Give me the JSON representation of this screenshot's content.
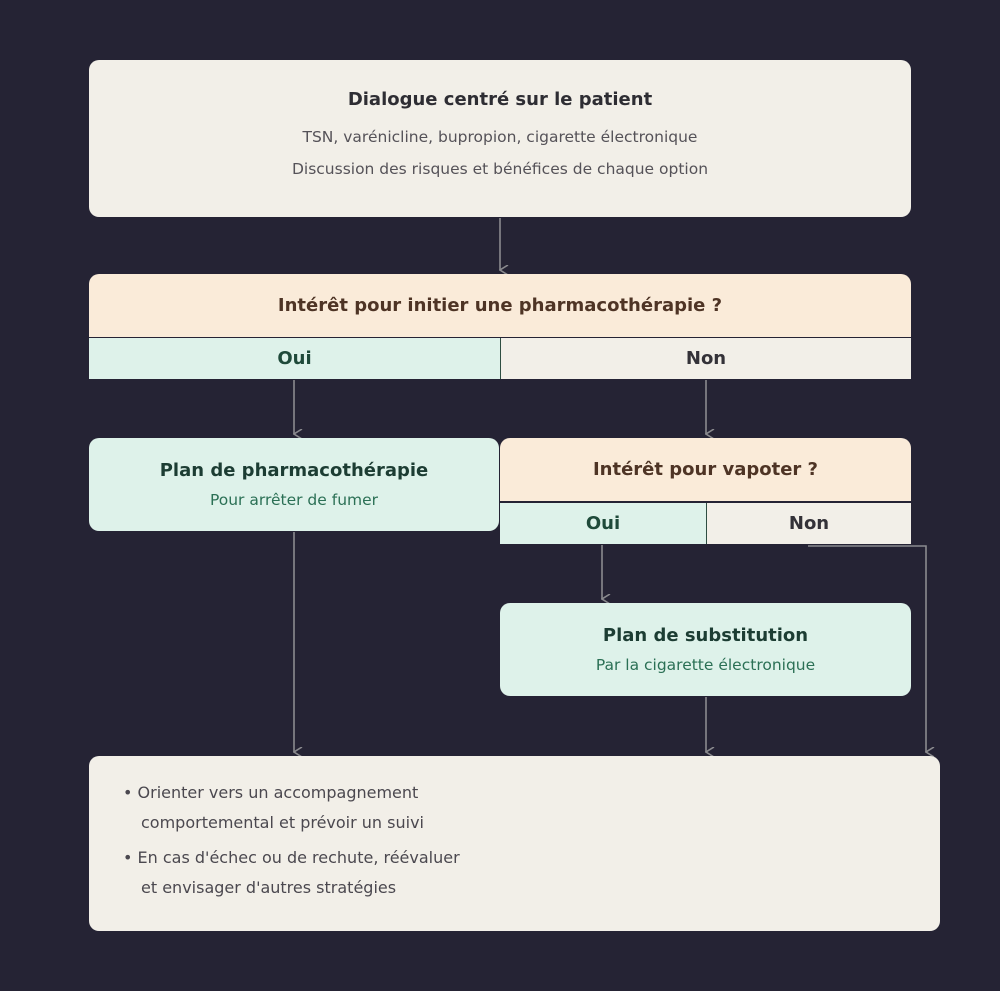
{
  "colors": {
    "background": "#252334",
    "neutral_box": "#f2efe8",
    "question_box": "#faebd9",
    "yes_box": "#def2ea",
    "arrow": "#8a8a8e"
  },
  "top": {
    "title": "Dialogue centré sur le patient",
    "line1": "TSN, varénicline, bupropion, cigarette électronique",
    "line2": "Discussion des risques et bénéfices de chaque option"
  },
  "question1": {
    "text": "Intérêt pour initier une pharmacothérapie ?",
    "yes": "Oui",
    "no": "Non"
  },
  "plan_pharma": {
    "title": "Plan de pharmacothérapie",
    "subtitle": "Pour arrêter de fumer"
  },
  "question2": {
    "text": "Intérêt pour vapoter ?",
    "yes": "Oui",
    "no": "Non"
  },
  "plan_subst": {
    "title": "Plan de substitution",
    "subtitle": "Par la cigarette électronique"
  },
  "bottom": {
    "bullet1_line1": "• Orienter vers un accompagnement",
    "bullet1_line2": "comportemental et prévoir un suivi",
    "bullet2_line1": "• En cas d'échec ou de rechute, réévaluer",
    "bullet2_line2": "et envisager d'autres stratégies"
  }
}
